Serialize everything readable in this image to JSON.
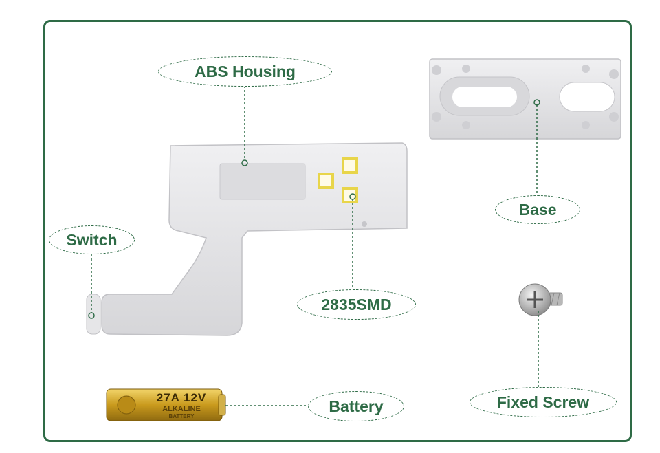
{
  "labels": {
    "abs_housing": "ABS Housing",
    "base": "Base",
    "switch": "Switch",
    "smd": "2835SMD",
    "battery": "Battery",
    "fixed_screw": "Fixed Screw"
  },
  "battery_print": {
    "line1": "27A 12V",
    "line2": "ALKALINE",
    "line3": "BATTERY"
  },
  "colors": {
    "frame": "#2e6b46",
    "label_text": "#2e6b46",
    "part_gray": "#e4e4e6",
    "battery_gold": "#c9a227"
  }
}
